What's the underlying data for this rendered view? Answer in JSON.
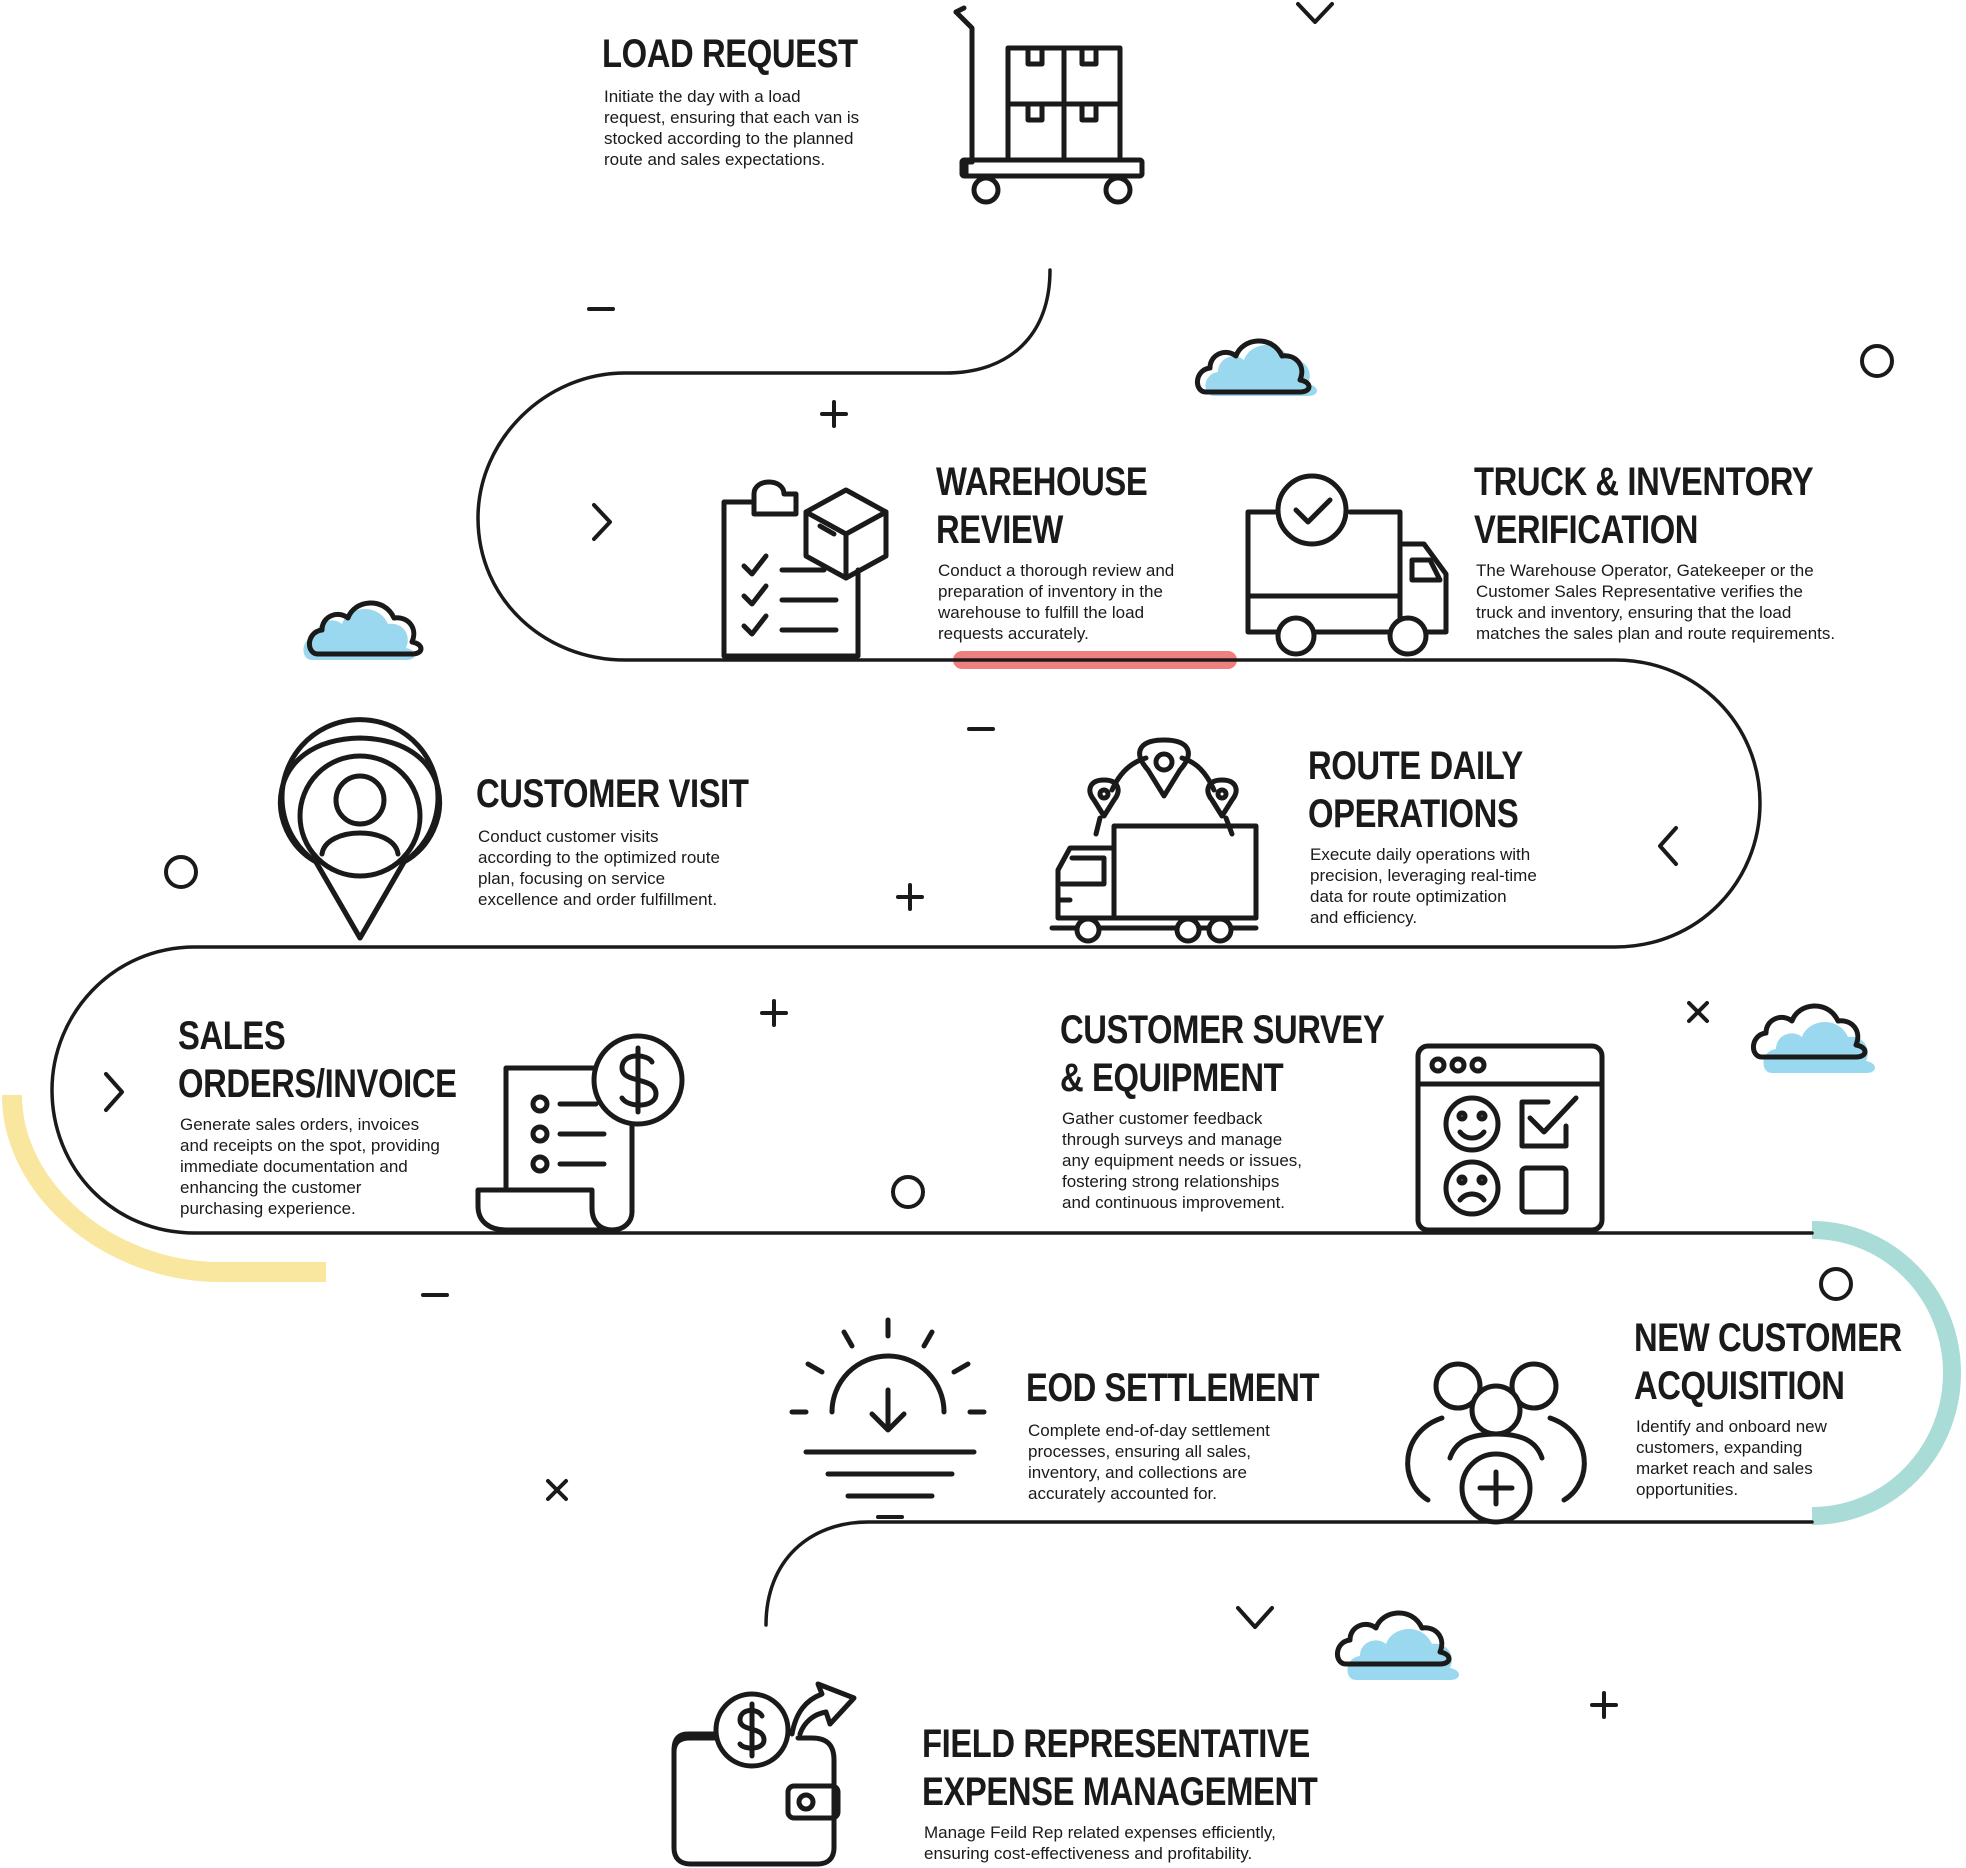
{
  "colors": {
    "ink": "#1a1a1a",
    "cloud_blue": "#9ad8ef",
    "accent_red": "#f08080",
    "accent_yellow": "#f9e79f",
    "accent_teal": "#a9dcd6"
  },
  "steps": {
    "load_request": {
      "title": [
        "LOAD REQUEST"
      ],
      "desc": [
        "Initiate the day with a load",
        "request, ensuring that each van is",
        "stocked according to the planned",
        "route and sales expectations."
      ],
      "icon": "hand-truck-boxes-icon"
    },
    "warehouse_review": {
      "title": [
        "WAREHOUSE",
        "REVIEW"
      ],
      "desc": [
        "Conduct a thorough review and",
        "preparation of inventory in the",
        "warehouse to fulfill the load",
        "requests accurately."
      ],
      "icon": "clipboard-checklist-box-icon"
    },
    "truck_inventory": {
      "title": [
        "TRUCK & INVENTORY",
        "VERIFICATION"
      ],
      "desc": [
        "The Warehouse Operator,  Gatekeeper or the",
        "Customer Sales Representative  verifies the",
        "truck and inventory, ensuring that the load",
        "matches the sales plan and route requirements."
      ],
      "icon": "truck-check-icon"
    },
    "customer_visit": {
      "title": [
        "CUSTOMER VISIT"
      ],
      "desc": [
        "Conduct customer visits",
        "according to the optimized route",
        "plan, focusing on service",
        "excellence and order fulfillment."
      ],
      "icon": "location-pin-person-icon"
    },
    "route_daily": {
      "title": [
        "ROUTE DAILY",
        "OPERATIONS"
      ],
      "desc": [
        "Execute daily operations with",
        "precision, leveraging real-time",
        "data for route optimization",
        "and efficiency."
      ],
      "icon": "truck-route-pins-icon"
    },
    "sales_orders": {
      "title": [
        "SALES",
        "ORDERS/INVOICE"
      ],
      "desc": [
        "Generate sales orders, invoices",
        "and receipts on the spot, providing",
        "immediate documentation and",
        "enhancing the customer",
        "purchasing experience."
      ],
      "icon": "invoice-dollar-icon"
    },
    "customer_survey": {
      "title": [
        "CUSTOMER SURVEY",
        "& EQUIPMENT"
      ],
      "desc": [
        "Gather customer feedback",
        "through surveys and manage",
        "any equipment needs or issues,",
        "fostering strong relationships",
        "and continuous improvement."
      ],
      "icon": "survey-window-faces-icon"
    },
    "eod_settlement": {
      "title": [
        "EOD SETTLEMENT"
      ],
      "desc": [
        "Complete end-of-day settlement",
        "processes, ensuring all sales,",
        "inventory, and collections are",
        "accurately accounted for."
      ],
      "icon": "sunset-download-icon"
    },
    "new_customer": {
      "title": [
        "NEW CUSTOMER",
        "ACQUISITION"
      ],
      "desc": [
        "Identify and onboard new",
        "customers, expanding",
        "market reach and sales",
        "opportunities."
      ],
      "icon": "group-add-icon"
    },
    "expense_mgmt": {
      "title": [
        "FIELD REPRESENTATIVE",
        "EXPENSE MANAGEMENT"
      ],
      "desc": [
        "Manage Feild Rep related expenses efficiently,",
        "ensuring cost-effectiveness and profitability."
      ],
      "icon": "wallet-dollar-arrow-icon"
    }
  }
}
